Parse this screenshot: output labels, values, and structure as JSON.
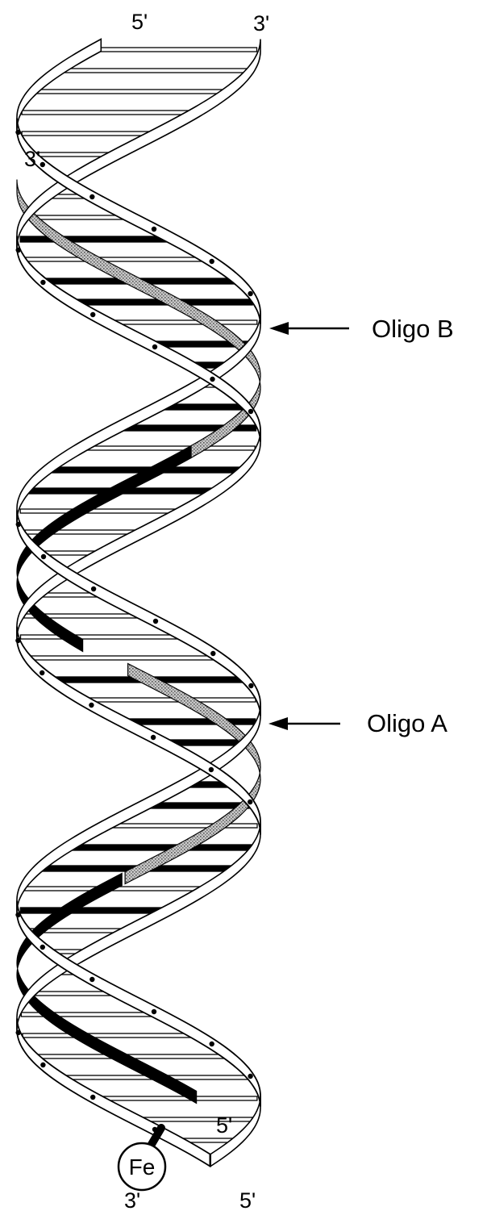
{
  "figure": {
    "ends": {
      "top_left": "5'",
      "top_right": "3'",
      "upper_left": "3'",
      "lower_right": "5'",
      "bottom_left": "3'",
      "bottom_right": "5'"
    },
    "labels": {
      "oligo_b": "Oligo B",
      "oligo_a": "Oligo A",
      "fe": "Fe"
    },
    "colors": {
      "ink": "#000000",
      "paper": "#ffffff",
      "stipple": "#9a9a9a"
    }
  }
}
